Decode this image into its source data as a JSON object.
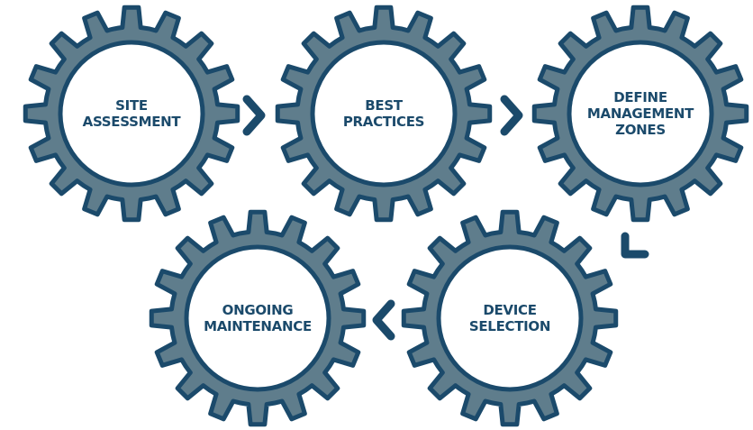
{
  "colors": {
    "gear_fill": "#5f7d8c",
    "gear_outline": "#1b4a6b",
    "inner_fill": "#ffffff",
    "text": "#1b4a6b",
    "arrow": "#1b4a6b"
  },
  "gears": [
    {
      "id": "site-assessment",
      "lines": [
        "SITE",
        "ASSESSMENT"
      ]
    },
    {
      "id": "best-practices",
      "lines": [
        "BEST",
        "PRACTICES"
      ]
    },
    {
      "id": "define-management-zones",
      "lines": [
        "DEFINE",
        "MANAGEMENT",
        "ZONES"
      ]
    },
    {
      "id": "device-selection",
      "lines": [
        "DEVICE",
        "SELECTION"
      ]
    },
    {
      "id": "ongoing-maintenance",
      "lines": [
        "ONGOING",
        "MAINTENANCE"
      ]
    }
  ],
  "arrows": [
    {
      "id": "arrow-1-to-2",
      "direction": "right"
    },
    {
      "id": "arrow-2-to-3",
      "direction": "right"
    },
    {
      "id": "arrow-3-to-4",
      "direction": "down-left"
    },
    {
      "id": "arrow-4-to-5",
      "direction": "left"
    }
  ]
}
